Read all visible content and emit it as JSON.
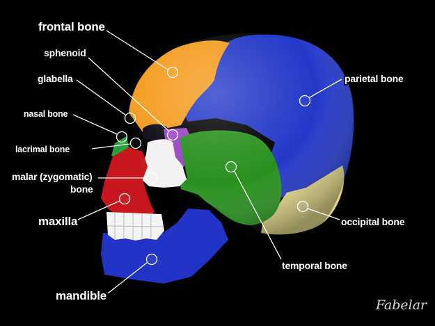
{
  "diagram": {
    "labels": {
      "frontal": "frontal bone",
      "sphenoid": "sphenoid",
      "glabella": "glabella",
      "nasal": "nasal bone",
      "lacrimal": "lacrimal bone",
      "malar_line1": "malar (zygomatic)",
      "malar_line2": "bone",
      "maxilla": "maxilla",
      "mandible": "mandible",
      "parietal": "parietal bone",
      "occipital": "occipital bone",
      "temporal": "temporal bone"
    },
    "watermark": "Fabelar",
    "colors": {
      "background": "#000000",
      "frontal": "#f39a1c",
      "parietal": "#2238c8",
      "occipital": "#e2d98a",
      "temporal": "#28901e",
      "sphenoid": "#9a44c4",
      "zygomatic": "#f2f2f2",
      "maxilla": "#c8161e",
      "mandible": "#2234c6",
      "nasal": "#27a33a",
      "teeth": "#f4f4f4"
    }
  }
}
